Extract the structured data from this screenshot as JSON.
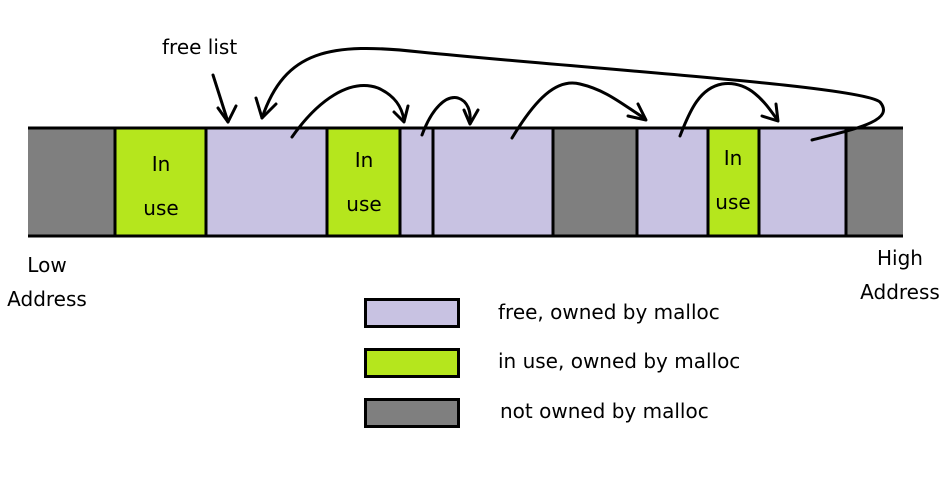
{
  "labels": {
    "free_list": "free list",
    "low_address": [
      "Low",
      "Address"
    ],
    "high_address": [
      "High",
      "Address"
    ],
    "in_use": [
      "In",
      "use"
    ]
  },
  "colors": {
    "free": "#C8C2E2",
    "in_use": "#B5E61D",
    "not_owned": "#7F7F7F",
    "outline": "#000000"
  },
  "blocks": [
    {
      "kind": "not_owned"
    },
    {
      "kind": "in_use"
    },
    {
      "kind": "free"
    },
    {
      "kind": "in_use"
    },
    {
      "kind": "free"
    },
    {
      "kind": "free"
    },
    {
      "kind": "not_owned"
    },
    {
      "kind": "free"
    },
    {
      "kind": "in_use"
    },
    {
      "kind": "free"
    },
    {
      "kind": "not_owned"
    }
  ],
  "legend": [
    {
      "kind": "free",
      "label": "free, owned by malloc"
    },
    {
      "kind": "in_use",
      "label": "in use, owned by malloc"
    },
    {
      "kind": "not_owned",
      "label": "not owned by malloc"
    }
  ]
}
